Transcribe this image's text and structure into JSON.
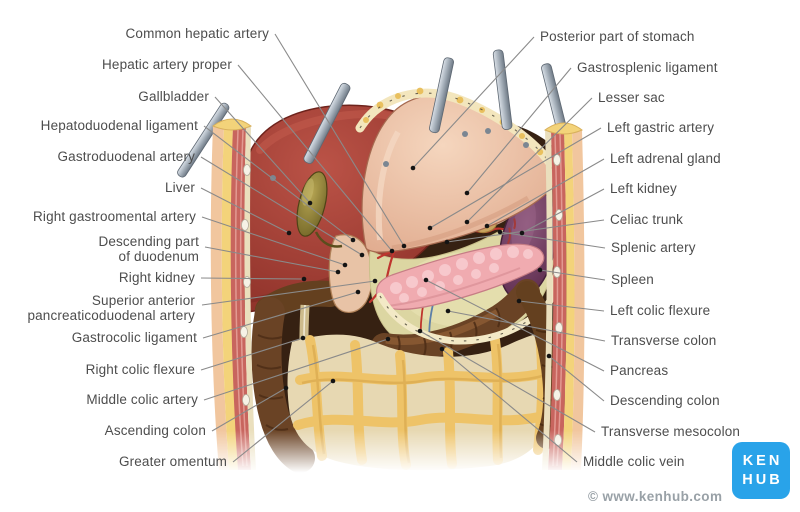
{
  "labels": {
    "left": [
      {
        "text": "Common hepatic artery"
      },
      {
        "text": "Hepatic artery proper"
      },
      {
        "text": "Gallbladder"
      },
      {
        "text": "Hepatoduodenal ligament"
      },
      {
        "text": "Gastroduodenal artery"
      },
      {
        "text": "Liver"
      },
      {
        "text": "Right gastroomental artery"
      },
      {
        "text": "Descending part of duodenum",
        "line1": "Descending part",
        "line2": "of duodenum"
      },
      {
        "text": "Right kidney"
      },
      {
        "text": "Superior anterior pancreaticoduodenal artery",
        "line1": "Superior anterior",
        "line2": "pancreaticoduodenal artery"
      },
      {
        "text": "Gastrocolic ligament"
      },
      {
        "text": "Right colic flexure"
      },
      {
        "text": "Middle colic artery"
      },
      {
        "text": "Ascending colon"
      },
      {
        "text": "Greater omentum"
      }
    ],
    "right": [
      {
        "text": "Posterior part of stomach"
      },
      {
        "text": "Gastrosplenic ligament"
      },
      {
        "text": "Lesser sac"
      },
      {
        "text": "Left gastric artery"
      },
      {
        "text": "Left adrenal gland"
      },
      {
        "text": "Left kidney"
      },
      {
        "text": "Celiac trunk"
      },
      {
        "text": "Splenic artery"
      },
      {
        "text": "Spleen"
      },
      {
        "text": "Left colic flexure"
      },
      {
        "text": "Transverse colon"
      },
      {
        "text": "Pancreas"
      },
      {
        "text": "Descending colon"
      },
      {
        "text": "Transverse mesocolon"
      },
      {
        "text": "Middle colic vein"
      }
    ]
  },
  "footer": {
    "copyright": "© www.kenhub.com"
  },
  "logo": {
    "line1": "KEN",
    "line2": "HUB"
  },
  "colors": {
    "logo_blue": "#29a3e9",
    "label_text": "#4d4d4d",
    "leader_line": "#8a8a8a",
    "copyright_gray": "#99a1a7"
  }
}
